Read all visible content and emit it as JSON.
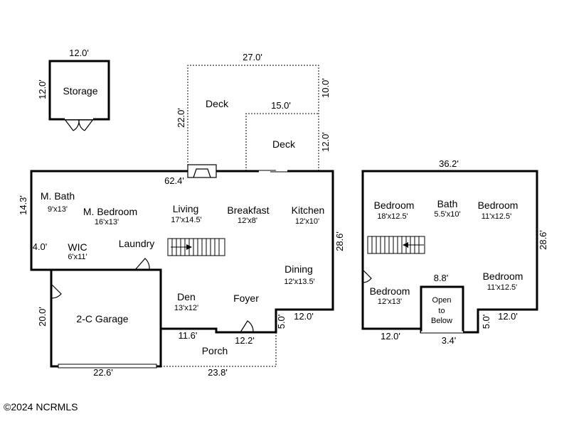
{
  "storage": {
    "name": "Storage",
    "width": "12.0'",
    "depth": "12.0'"
  },
  "deck_large": {
    "name": "Deck",
    "width": "27.0'",
    "depth": "22.0'",
    "right": "10.0'"
  },
  "deck_small": {
    "name": "Deck",
    "width": "15.0'",
    "depth": "12.0'"
  },
  "main_floor": {
    "dims": {
      "top": "62.4'",
      "left": "14.3'",
      "wic_step": "4.0'",
      "right": "28.6'",
      "garage_side": "20.0'",
      "garage_bottom": "22.6'",
      "den": "11.6'",
      "foyer": "12.2'",
      "porch": "23.8'",
      "jog_v": "5.0'",
      "jog_h": "12.0'"
    },
    "rooms": [
      {
        "name": "M. Bath",
        "size": "9'x13'"
      },
      {
        "name": "M. Bedroom",
        "size": "16'x13'"
      },
      {
        "name": "Living",
        "size": "17'x14.5'"
      },
      {
        "name": "Breakfast",
        "size": "12'x8'"
      },
      {
        "name": "Kitchen",
        "size": "12'x10'"
      },
      {
        "name": "WIC",
        "size": "6'x11'"
      },
      {
        "name": "Laundry",
        "size": ""
      },
      {
        "name": "Dining",
        "size": "12'x13.5'"
      },
      {
        "name": "Den",
        "size": "13'x12'"
      },
      {
        "name": "Foyer",
        "size": ""
      },
      {
        "name": "2-C Garage",
        "size": ""
      },
      {
        "name": "Porch",
        "size": ""
      }
    ]
  },
  "upper_floor": {
    "dims": {
      "top": "36.2'",
      "right": "28.6'",
      "bottom_left": "12.0'",
      "open_top": "8.8'",
      "open_bottom": "3.4'",
      "jog_v": "5.0'",
      "jog_h": "12.0'"
    },
    "rooms": [
      {
        "name": "Bedroom",
        "size": "18'x12.5'"
      },
      {
        "name": "Bath",
        "size": "5.5'x10'"
      },
      {
        "name": "Bedroom",
        "size": "11'x12.5'"
      },
      {
        "name": "Bedroom",
        "size": "11'x12.5'"
      },
      {
        "name": "Bedroom",
        "size": "12'x13'"
      }
    ],
    "open_to_below": [
      "Open",
      "to",
      "Below"
    ]
  },
  "watermark": "©2024 NCRMLS"
}
